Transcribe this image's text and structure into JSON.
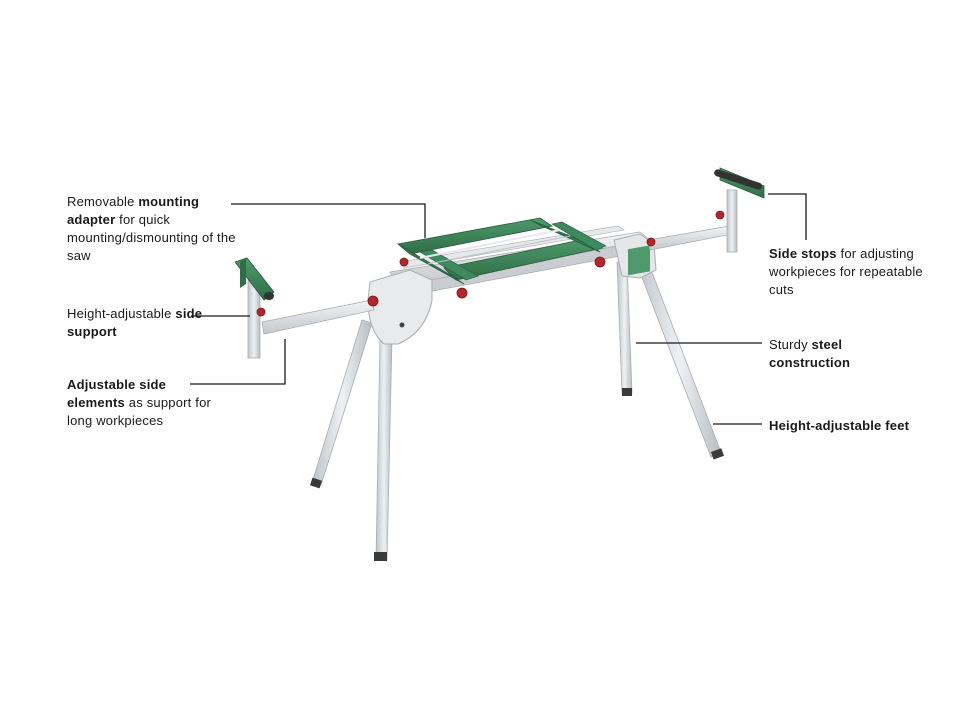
{
  "callouts": {
    "mounting_adapter": {
      "pre": "Removable ",
      "bold": "mounting adapter",
      "post": " for quick mounting/dismounting of the saw"
    },
    "side_support": {
      "pre": "Height-adjustable ",
      "bold": "side support",
      "post": ""
    },
    "side_elements": {
      "pre": "",
      "bold": "Adjustable side elements",
      "post": " as support for long workpieces"
    },
    "side_stops": {
      "pre": "",
      "bold": "Side stops",
      "post": " for adjusting workpieces for repeatable cuts"
    },
    "steel": {
      "pre": "Sturdy ",
      "bold": "steel construction",
      "post": ""
    },
    "feet": {
      "pre": "",
      "bold": "Height-adjustable feet",
      "post": ""
    }
  },
  "colors": {
    "frame_green": "#3e8a5e",
    "frame_dark_green": "#2f6e48",
    "steel_grey": "#d8dbde",
    "knob_red": "#b3262b",
    "leader_line": "#1a1a1a"
  }
}
